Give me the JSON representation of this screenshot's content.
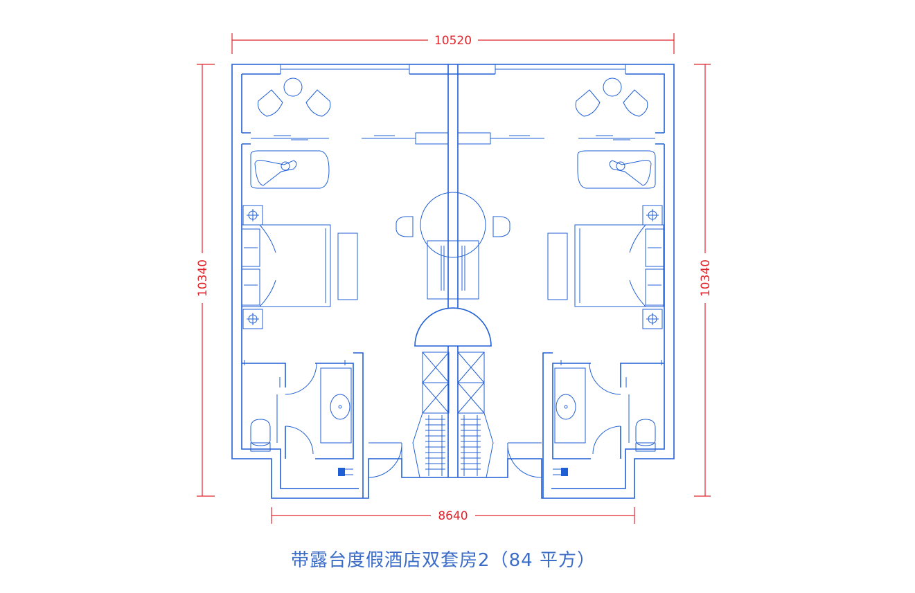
{
  "dimensions": {
    "top": "10520",
    "bottom": "8640",
    "left": "10340",
    "right": "10340"
  },
  "title": "带露台度假酒店双套房2（84 平方）",
  "colors": {
    "wall": "#1f5fd6",
    "dimension": "#e0242a",
    "title": "#3a6cc8"
  }
}
